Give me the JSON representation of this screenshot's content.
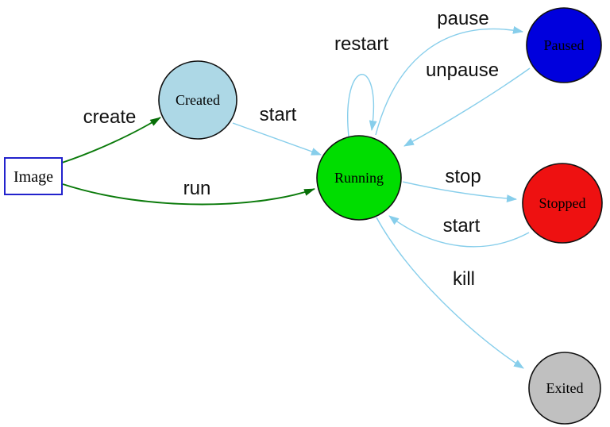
{
  "diagram": {
    "type": "state-diagram",
    "subject": "container-lifecycle",
    "background": "#ffffff",
    "edge_colors": {
      "lifecycle": "#87ceeb",
      "creation": "#0a7a0a",
      "creation_arrowhead": "#076e07"
    },
    "nodes": [
      {
        "id": "image",
        "label": "Image",
        "shape": "rectangle",
        "fill": "#ffffff",
        "border": "#2222cc"
      },
      {
        "id": "created",
        "label": "Created",
        "shape": "circle",
        "fill": "#add8e6",
        "border": "#111111"
      },
      {
        "id": "running",
        "label": "Running",
        "shape": "circle",
        "fill": "#00dd00",
        "border": "#111111"
      },
      {
        "id": "paused",
        "label": "Paused",
        "shape": "circle",
        "fill": "#0000dd",
        "border": "#111111"
      },
      {
        "id": "stopped",
        "label": "Stopped",
        "shape": "circle",
        "fill": "#ee1111",
        "border": "#111111"
      },
      {
        "id": "exited",
        "label": "Exited",
        "shape": "circle",
        "fill": "#c0c0c0",
        "border": "#111111"
      }
    ],
    "edges": [
      {
        "from": "image",
        "to": "created",
        "label": "create",
        "color": "#0a7a0a"
      },
      {
        "from": "image",
        "to": "running",
        "label": "run",
        "color": "#0a7a0a"
      },
      {
        "from": "created",
        "to": "running",
        "label": "start",
        "color": "#87ceeb"
      },
      {
        "from": "running",
        "to": "running",
        "label": "restart",
        "color": "#87ceeb"
      },
      {
        "from": "running",
        "to": "paused",
        "label": "pause",
        "color": "#87ceeb"
      },
      {
        "from": "paused",
        "to": "running",
        "label": "unpause",
        "color": "#87ceeb"
      },
      {
        "from": "running",
        "to": "stopped",
        "label": "stop",
        "color": "#87ceeb"
      },
      {
        "from": "stopped",
        "to": "running",
        "label": "start",
        "color": "#87ceeb"
      },
      {
        "from": "running",
        "to": "exited",
        "label": "kill",
        "color": "#87ceeb"
      }
    ]
  }
}
